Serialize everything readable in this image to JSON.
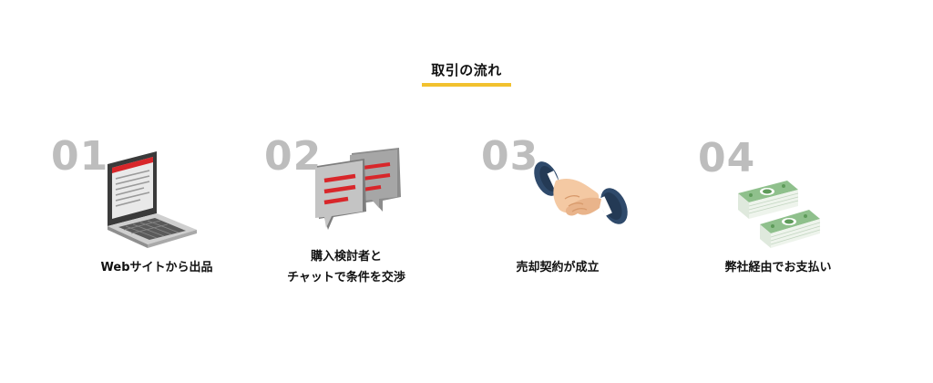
{
  "section": {
    "title": "取引の流れ",
    "accent_color": "#f2c12e"
  },
  "steps": [
    {
      "number": "01",
      "icon": "laptop-icon",
      "label_lines": [
        "Webサイトから出品"
      ]
    },
    {
      "number": "02",
      "icon": "chat-bubbles-icon",
      "label_lines": [
        "購入検討者と",
        "チャットで条件を交渉"
      ]
    },
    {
      "number": "03",
      "icon": "handshake-icon",
      "label_lines": [
        "売却契約が成立"
      ]
    },
    {
      "number": "04",
      "icon": "money-stack-icon",
      "label_lines": [
        "弊社経由でお支払い"
      ]
    }
  ],
  "colors": {
    "number_gray": "#bdbdbd",
    "chat_red": "#d8262a",
    "money_green": "#7fb07c",
    "sleeve_navy": "#2f4a6b"
  }
}
